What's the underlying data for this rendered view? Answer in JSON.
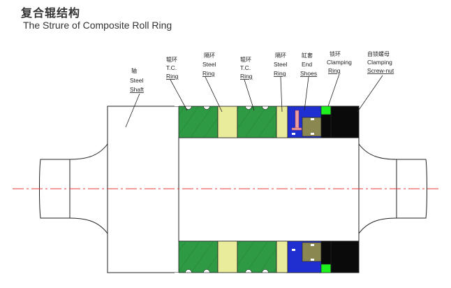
{
  "header": {
    "title_zh": "复合辊结构",
    "title_en": "The Strure of Composite Roll Ring"
  },
  "labels": {
    "shaft": [
      "轴",
      "Steel",
      "Shaft"
    ],
    "tc_ring_1": [
      "辊环",
      "T.C.",
      "Ring"
    ],
    "steel_ring_1": [
      "隔环",
      "Steel",
      "Ring"
    ],
    "tc_ring_2": [
      "辊环",
      "T.C.",
      "Ring"
    ],
    "steel_ring_2": [
      "隔环",
      "Steel",
      "Ring"
    ],
    "end_shoes": [
      "缸套",
      "End",
      "Shoes"
    ],
    "clamping_ring": [
      "锁环",
      "Clamping",
      "Ring"
    ],
    "clamping_nut": [
      "自锁螺母",
      "Clamping",
      "Screw-nut"
    ]
  },
  "colors": {
    "tc_green": "#2e9a44",
    "steel_yellow": "#e9ec9a",
    "end_blue": "#1f2fd0",
    "olive": "#8a8850",
    "bright_green": "#1ef01e",
    "nut_black": "#0a0a0a",
    "center_line": "#e43a3a"
  }
}
